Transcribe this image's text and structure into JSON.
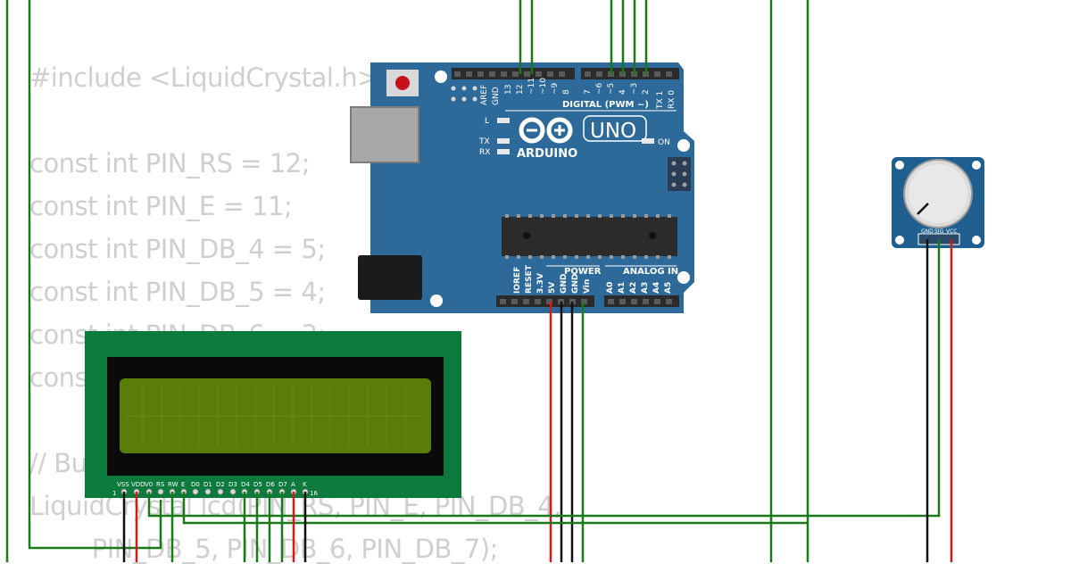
{
  "code": {
    "lines": [
      "#include <LiquidCrystal.h>",
      "",
      "const int PIN_RS = 12;",
      "const int PIN_E = 11;",
      "const int PIN_DB_4 = 5;",
      "const int PIN_DB_5 = 4;",
      "const int PIN_DB_6 = 3;",
      "const int PIN_DB_7 = 2;",
      "",
      "// Build LCD object",
      "LiquidCrystal lcd(PIN_RS, PIN_E, PIN_DB_4,",
      "        PIN_DB_5, PIN_DB_6, PIN_DB_7);"
    ]
  },
  "arduino": {
    "logo": "ARDUINO",
    "model": "UNO",
    "digital_label": "DIGITAL (PWM ~)",
    "power_label": "POWER",
    "analog_label": "ANALOG IN",
    "aref": "AREF",
    "gnd": "GND",
    "digital_pins": [
      "13",
      "12",
      "~11",
      "~10",
      "~9",
      "8",
      "7",
      "~6",
      "~5",
      "4",
      "~3",
      "2",
      "TX 1",
      "RX 0"
    ],
    "power_pins": [
      "IOREF",
      "RESET",
      "3.3V",
      "5V",
      "GND",
      "GND",
      "Vin"
    ],
    "analog_pins": [
      "A0",
      "A1",
      "A2",
      "A3",
      "A4",
      "A5"
    ],
    "led_l": "L",
    "led_tx": "TX",
    "led_rx": "RX",
    "led_on": "ON"
  },
  "lcd": {
    "pins": [
      "VSS",
      "VDD",
      "V0",
      "RS",
      "RW",
      "E",
      "D0",
      "D1",
      "D2",
      "D3",
      "D4",
      "D5",
      "D6",
      "D7",
      "A",
      "K"
    ],
    "first_pin": "1",
    "last_pin": "16"
  },
  "potentiometer": {
    "pins": [
      "GND",
      "SIG",
      "VCC"
    ]
  },
  "colors": {
    "wire_green": "#1a7a1a",
    "wire_red": "#d01c1c",
    "wire_black": "#111111",
    "board_blue": "#2d6a9a",
    "lcd_green": "#0b7a3c",
    "lcd_screen": "#5a7d0a"
  }
}
